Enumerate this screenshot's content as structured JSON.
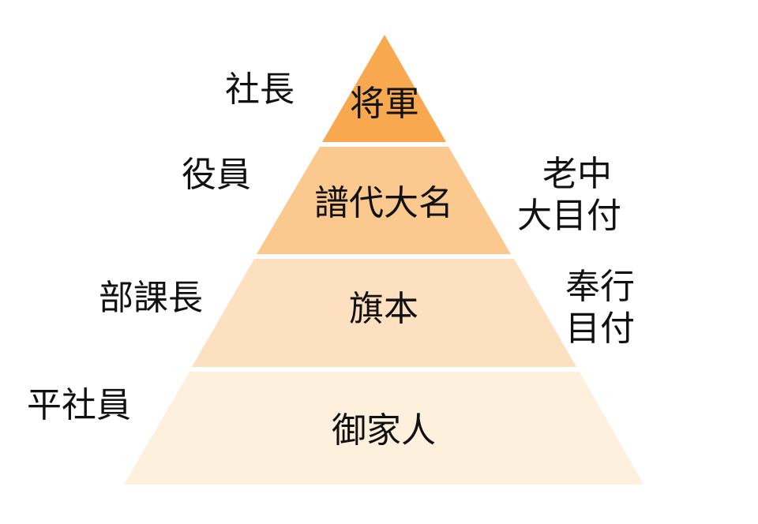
{
  "pyramid": {
    "tiers": [
      {
        "label": "将軍",
        "color": "#f8a84e"
      },
      {
        "label": "譜代大名",
        "color": "#fbc88e"
      },
      {
        "label": "旗本",
        "color": "#fce0c0"
      },
      {
        "label": "御家人",
        "color": "#fdf0dd"
      }
    ]
  },
  "left_labels": [
    "社長",
    "役員",
    "部課長",
    "平社員"
  ],
  "right_labels": {
    "tier2": [
      "老中",
      "大目付"
    ],
    "tier3": [
      "奉行",
      "目付"
    ]
  }
}
